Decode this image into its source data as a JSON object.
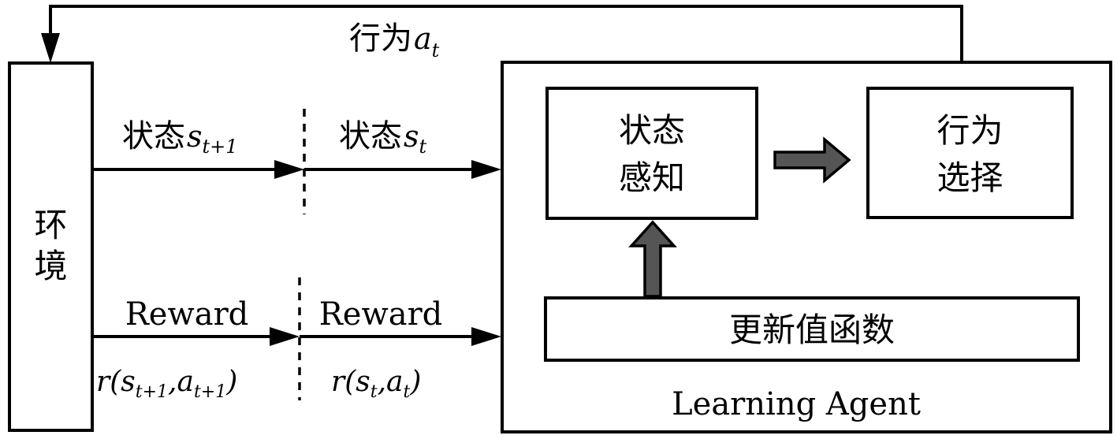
{
  "environment": {
    "line1": "环",
    "line2": "境"
  },
  "action": {
    "label": "行为",
    "symbol": "a",
    "sub": "t"
  },
  "state_left": {
    "label": "状态",
    "symbol": "s",
    "sub": "t+1"
  },
  "state_right": {
    "label": "状态",
    "symbol": "s",
    "sub": "t"
  },
  "reward_left": {
    "label": "Reward",
    "r": "r(",
    "s": "s",
    "s_sub": "t+1",
    "comma": ",",
    "a": "a",
    "a_sub": "t+1",
    "close": ")"
  },
  "reward_right": {
    "label": "Reward",
    "r": "r(",
    "s": "s",
    "s_sub": "t",
    "comma": ",",
    "a": "a",
    "a_sub": "t",
    "close": ")"
  },
  "agent": {
    "title": "Learning Agent",
    "perception": {
      "line1": "状态",
      "line2": "感知"
    },
    "selection": {
      "line1": "行为",
      "line2": "选择"
    },
    "update": "更新值函数"
  },
  "colors": {
    "stroke": "#000000",
    "block_arrow_fill": "#555555",
    "background": "#ffffff"
  }
}
